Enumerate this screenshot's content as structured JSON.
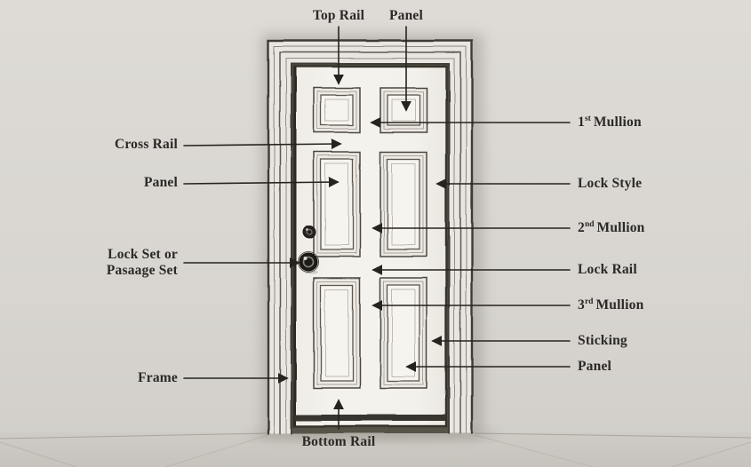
{
  "colors": {
    "wall": "#d9d6d1",
    "ink": "#2b2926",
    "door": "#f3f1eb",
    "frame_trim": "#e9e6e1"
  },
  "labels": {
    "top_rail": "Top Rail",
    "panel_top": "Panel",
    "first_mullion": {
      "num": "1",
      "sup": "st",
      "rest": "Mullion"
    },
    "cross_rail": "Cross Rail",
    "panel_middle": "Panel",
    "lock_style": "Lock Style",
    "second_mullion": {
      "num": "2",
      "sup": "nd",
      "rest": "Mullion"
    },
    "lock_set": {
      "line1": "Lock Set or",
      "line2": "Pasaage Set"
    },
    "lock_rail": "Lock Rail",
    "third_mullion": {
      "num": "3",
      "sup": "rd",
      "rest": "Mullion"
    },
    "sticking": "Sticking",
    "panel_bottom": "Panel",
    "frame": "Frame",
    "bottom_rail": "Bottom Rail"
  }
}
